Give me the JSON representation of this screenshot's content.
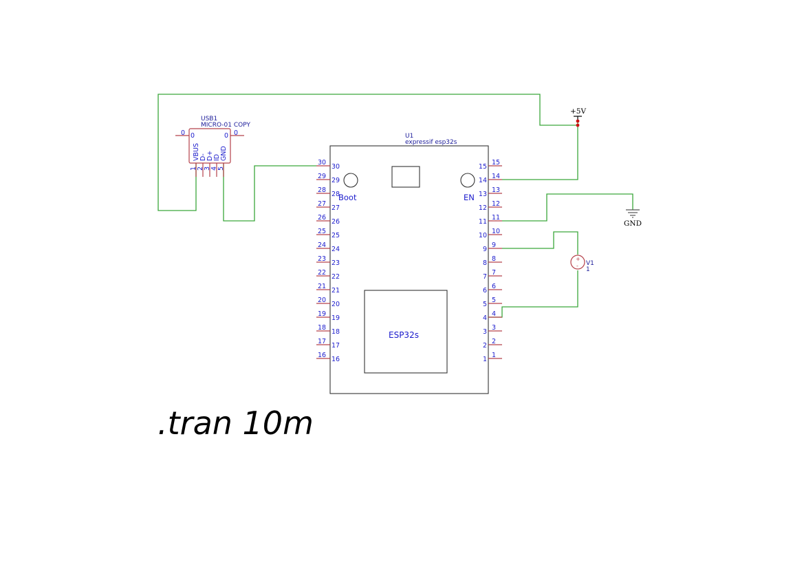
{
  "colors": {
    "wire": "#3aa63a",
    "pin": "#b5404a",
    "text": "#1a1acc",
    "junction": "#cc1111"
  },
  "u1": {
    "ref": "U1",
    "value": "expressif esp32s",
    "module_label": "ESP32s",
    "boot_label": "Boot",
    "en_label": "EN",
    "left_pins": [
      "30",
      "29",
      "28",
      "27",
      "26",
      "25",
      "24",
      "23",
      "22",
      "21",
      "20",
      "19",
      "18",
      "17",
      "16"
    ],
    "right_pins": [
      "15",
      "14",
      "13",
      "12",
      "11",
      "10",
      "9",
      "8",
      "7",
      "6",
      "5",
      "4",
      "3",
      "2",
      "1"
    ]
  },
  "usb1": {
    "ref": "USB1",
    "value": "MICRO-01 COPY",
    "side_pin_left": "0",
    "side_pin_right": "0",
    "pin_names": [
      "VBUS",
      "D-",
      "D+",
      "ID",
      "GND"
    ],
    "pin_numbers": [
      "1",
      "2",
      "3",
      "4",
      "5"
    ]
  },
  "power": {
    "supply_label": "+5V",
    "ground_label": "GND"
  },
  "v1": {
    "ref": "V1",
    "value": "1",
    "plus": "+",
    "minus": "-"
  },
  "directive": ".tran 10m"
}
